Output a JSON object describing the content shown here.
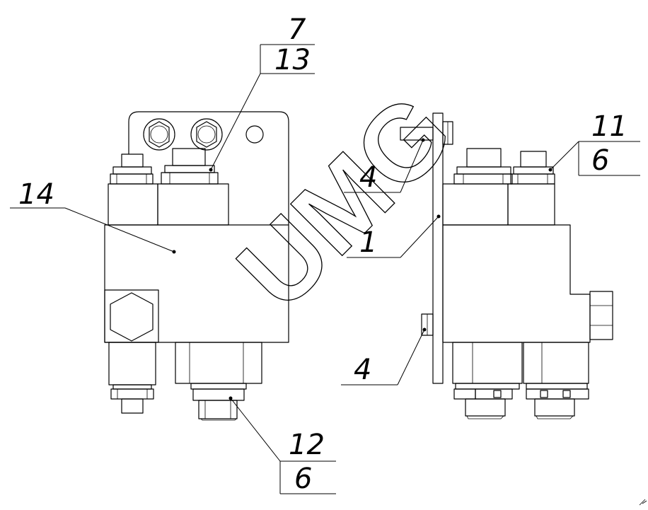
{
  "callouts": {
    "c7": "7",
    "c13": "13",
    "c14": "14",
    "c12": "12",
    "c6_bottom": "6",
    "c11": "11",
    "c6_right": "6",
    "c4_upper": "4",
    "c1": "1",
    "c4_lower": "4"
  },
  "watermark": "UMG"
}
